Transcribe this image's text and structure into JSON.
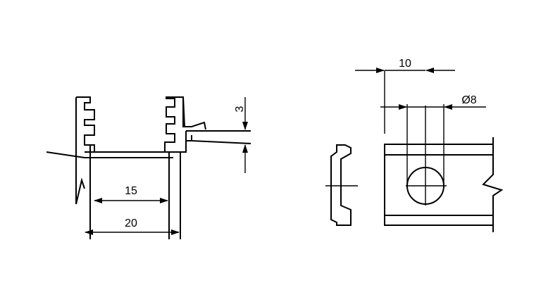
{
  "dimensions": {
    "inner_width": "15",
    "outer_width": "20",
    "flange_thickness": "3",
    "hole_spacing": "10",
    "hole_diameter": "Ø8"
  }
}
